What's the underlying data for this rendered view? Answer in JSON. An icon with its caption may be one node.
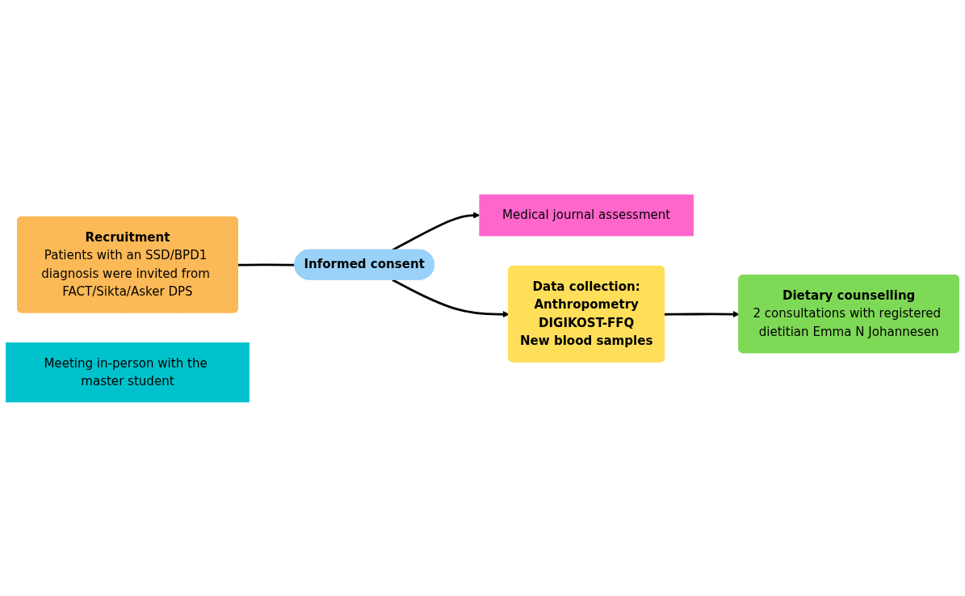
{
  "diagram": {
    "nodes": [
      {
        "text": [
          "Recruitment",
          "Patients with an SSD/BPD1 diagnosis were invited from FACT/Sikta/Asker DPS"
        ]
      },
      {
        "text": [
          "Informed consent"
        ]
      },
      {
        "text": [
          "Medical journal assessment"
        ]
      },
      {
        "text": [
          "Meeting in-person with the master student"
        ]
      },
      {
        "text": [
          "Data collection:",
          "Anthropometry",
          "DIGIKOST-FFQ",
          "New blood samples"
        ]
      },
      {
        "text": [
          "Dietary counselling",
          "2 consultations with registered dietitian Emma N Johannesen"
        ]
      }
    ],
    "edges": [
      {
        "from": 0,
        "to": 1,
        "arrow": "none"
      },
      {
        "from": 1,
        "to": 4,
        "arrow": "to"
      },
      {
        "from": 1,
        "to": 2,
        "arrow": "to"
      },
      {
        "from": 4,
        "to": 5,
        "arrow": "to"
      }
    ]
  }
}
